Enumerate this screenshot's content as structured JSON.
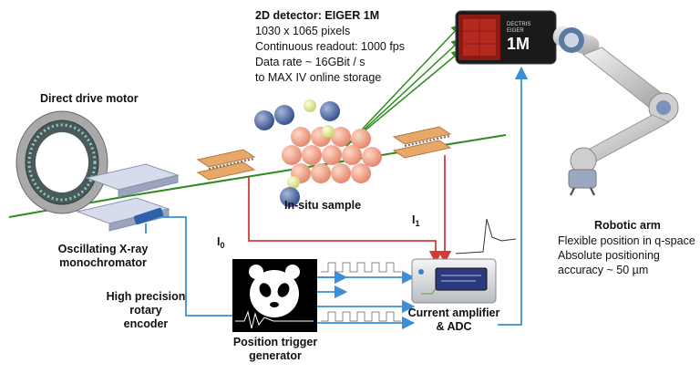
{
  "detector": {
    "title": "2D detector: EIGER 1M",
    "lines": [
      "1030 x 1065 pixels",
      "Continuous readout: 1000 fps",
      "Data rate ~ 16GBit / s",
      "to MAX IV online storage"
    ],
    "brand": "DECTRIS",
    "model": "EIGER",
    "badge": "1M"
  },
  "motor": {
    "label": "Direct drive motor"
  },
  "sample": {
    "label": "In-situ sample"
  },
  "mono": {
    "line1": "Oscillating X-ray",
    "line2": "monochromator"
  },
  "encoder": {
    "line1": "High precision",
    "line2": "rotary",
    "line3": "encoder"
  },
  "i0": {
    "main": "I",
    "sub": "0"
  },
  "i1": {
    "main": "I",
    "sub": "1"
  },
  "trigger": {
    "line1": "Position trigger",
    "line2": "generator"
  },
  "amplifier": {
    "line1": "Current amplifier",
    "line2": "& ADC"
  },
  "robot": {
    "title": "Robotic arm",
    "lines": [
      "Flexible position in q-space",
      "Absolute positioning",
      "accuracy ~ 50 µm"
    ]
  },
  "colors": {
    "beam": "#2e8b1f",
    "signal": "#d23b3b",
    "control": "#3a8fd6",
    "plate": "#e7a96a"
  }
}
